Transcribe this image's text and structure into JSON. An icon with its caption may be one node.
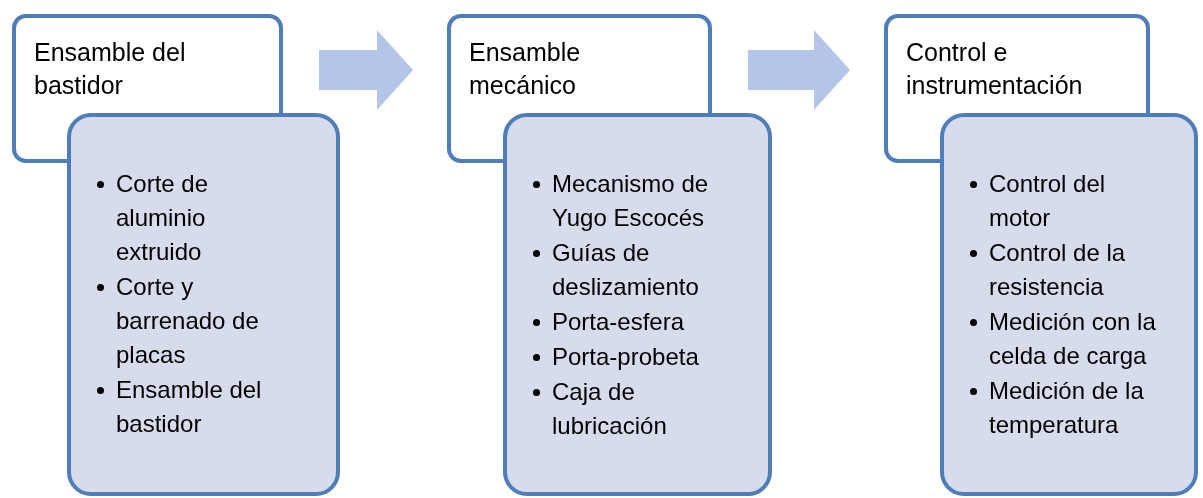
{
  "diagram": {
    "nodes": [
      {
        "text": [
          "Ensamble del bastidor"
        ]
      },
      {
        "text": [
          "Corte de aluminio extruido",
          "Corte y barrenado de placas",
          "Ensamble del bastidor"
        ]
      },
      {
        "text": [
          "Ensamble mecánico"
        ]
      },
      {
        "text": [
          "Mecanismo de Yugo Escocés",
          "Guías de deslizamiento",
          "Porta-esfera",
          "Porta-probeta",
          "Caja de lubricación"
        ]
      },
      {
        "text": [
          "Control e instrumentación"
        ]
      },
      {
        "text": [
          "Control del motor",
          "Control de la resistencia",
          "Medición con la celda de carga",
          "Medición de la temperatura"
        ]
      }
    ],
    "edges": [
      {
        "from": 0,
        "to": 2,
        "arrow": "to"
      },
      {
        "from": 2,
        "to": 4,
        "arrow": "to"
      }
    ]
  }
}
